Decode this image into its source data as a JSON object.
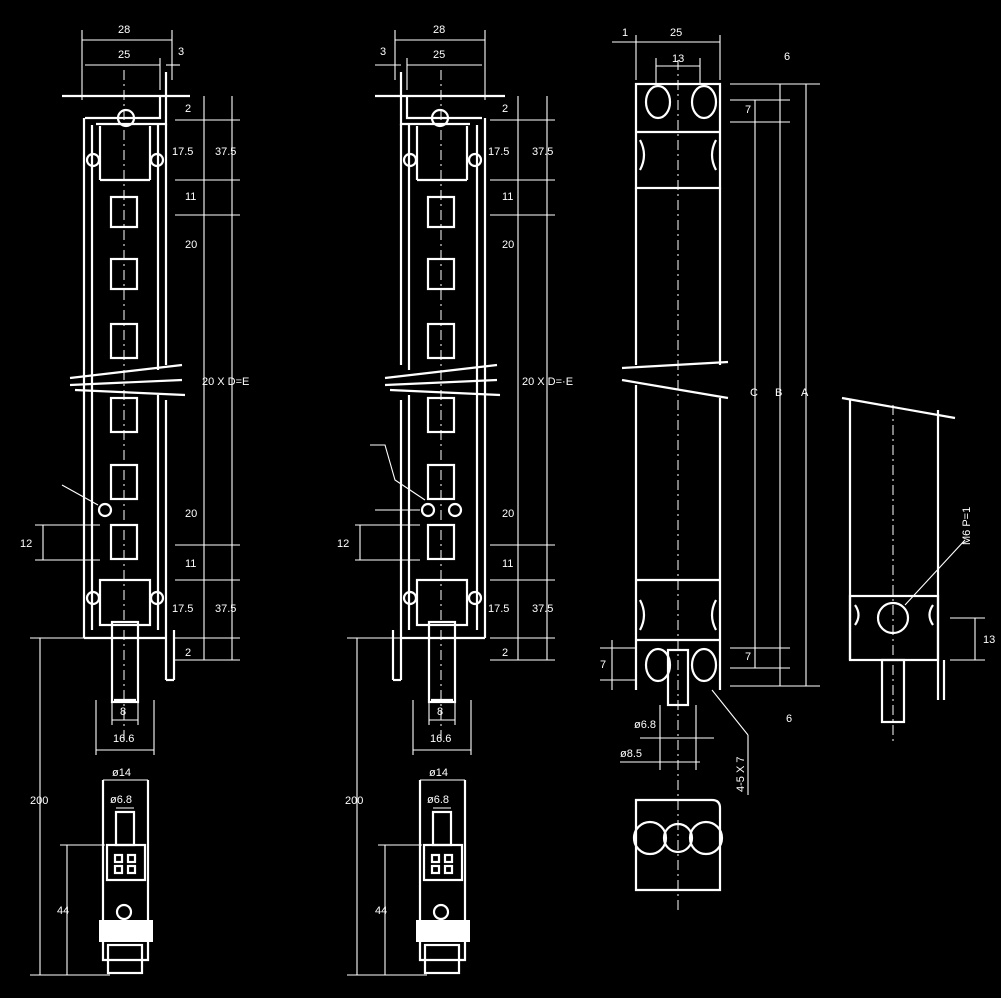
{
  "colors": {
    "background": "#000000",
    "line": "#ffffff"
  },
  "views": {
    "left": {
      "dims": {
        "top_outer": "28",
        "top_inner": "25",
        "flange": "3",
        "d2_top": "2",
        "d17_5_top": "17.5",
        "d37_5_top": "37.5",
        "d11_top": "11",
        "d20_top": "20",
        "pitch": "20 X D=E",
        "d20_bot": "20",
        "d11_bot": "11",
        "d17_5_bot": "17.5",
        "d37_5_bot": "37.5",
        "d2_bot": "2",
        "d12": "12",
        "d8": "8",
        "d16_6": "16.6",
        "d200": "200",
        "d44": "44",
        "dia14": "ø14",
        "dia6_8": "ø6.8"
      }
    },
    "middle": {
      "dims": {
        "top_outer": "28",
        "top_inner": "25",
        "flange": "3",
        "d2_top": "2",
        "d17_5_top": "17.5",
        "d37_5_top": "37.5",
        "d11_top": "11",
        "d20_top": "20",
        "pitch": "20 X D=·E",
        "d20_bot": "20",
        "d11_bot": "11",
        "d17_5_bot": "17.5",
        "d37_5_bot": "37.5",
        "d2_bot": "2",
        "d12": "12",
        "d8": "8",
        "d16_6": "16.6",
        "d200": "200",
        "d44": "44",
        "dia14": "ø14",
        "dia6_8": "ø6.8"
      }
    },
    "side": {
      "dims": {
        "d1": "1",
        "d25": "25",
        "d13": "13",
        "d6_top": "6",
        "d7_top": "7",
        "C": "C",
        "B": "B",
        "A": "A",
        "d7_left": "7",
        "d7_right": "7",
        "d6_bot": "6",
        "dia6_8": "ø6.8",
        "dia8_5": "ø8.5",
        "slot": "4-5 X 7"
      }
    },
    "detail": {
      "dims": {
        "thread": "M6 P=1",
        "d13": "13"
      }
    }
  }
}
